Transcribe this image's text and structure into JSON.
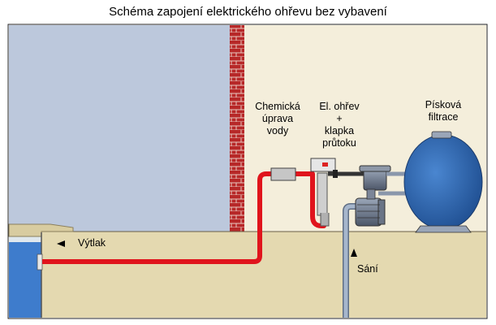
{
  "title": "Schéma zapojení elektrického ohřevu bez vybavení",
  "labels": {
    "chemical": [
      "Chemická",
      "úprava",
      "vody"
    ],
    "heater": [
      "El. ohřev",
      "+",
      "klapka",
      "průtoku"
    ],
    "filter": [
      "Písková",
      "filtrace"
    ],
    "outflow": "Výtlak",
    "suction": "Sání"
  },
  "colors": {
    "sky": "#bcc8dc",
    "wall": "#f4eedb",
    "ground": "#e4d9b0",
    "pool_water": "#3e7ccc",
    "pipe_out": "#e0141c",
    "pipe_in": "#8aa0bc",
    "brick": "#b72828",
    "filter_tank": "#2a5fa8"
  }
}
